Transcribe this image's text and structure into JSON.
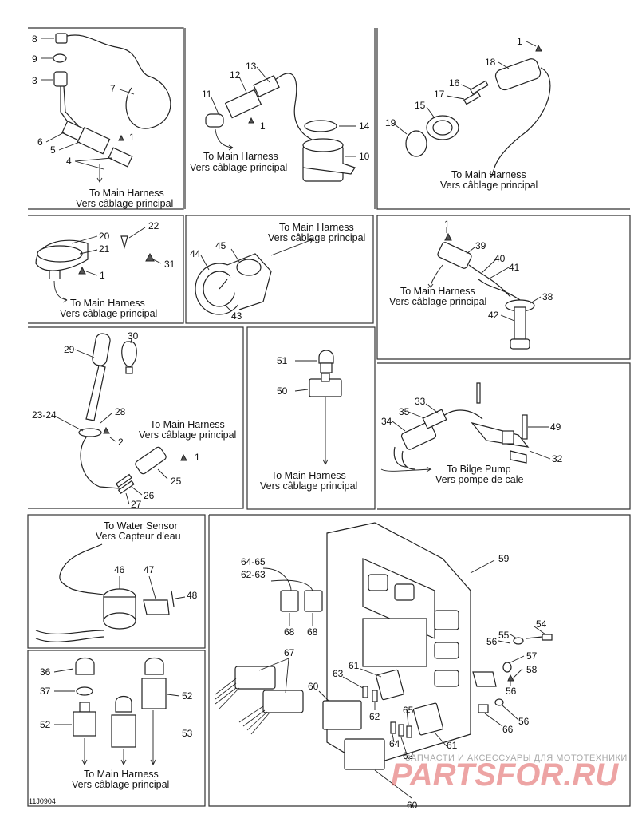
{
  "captions": {
    "main_en": "To Main Harness",
    "main_fr": "Vers câblage principal",
    "bilge_en": "To Bilge Pump",
    "bilge_fr": "Vers pompe de cale",
    "water_en": "To Water Sensor",
    "water_fr": "Vers Capteur d'eau"
  },
  "labels": {
    "p1": "1",
    "p2": "2",
    "p3": "3",
    "p4": "4",
    "p5": "5",
    "p6": "6",
    "p7": "7",
    "p8": "8",
    "p9": "9",
    "p10": "10",
    "p11": "11",
    "p12": "12",
    "p13": "13",
    "p14": "14",
    "p15": "15",
    "p16": "16",
    "p17": "17",
    "p18": "18",
    "p19": "19",
    "p20": "20",
    "p21": "21",
    "p22": "22",
    "p23_24": "23-24",
    "p25": "25",
    "p26": "26",
    "p27": "27",
    "p28": "28",
    "p29": "29",
    "p30": "30",
    "p31": "31",
    "p32": "32",
    "p33": "33",
    "p34": "34",
    "p35": "35",
    "p36": "36",
    "p37": "37",
    "p38": "38",
    "p39": "39",
    "p40": "40",
    "p41": "41",
    "p42": "42",
    "p43": "43",
    "p44": "44",
    "p45": "45",
    "p46": "46",
    "p47": "47",
    "p48": "48",
    "p49": "49",
    "p50": "50",
    "p51": "51",
    "p52": "52",
    "p53": "53",
    "p54": "54",
    "p55": "55",
    "p56": "56",
    "p57": "57",
    "p58": "58",
    "p59": "59",
    "p60": "60",
    "p61": "61",
    "p62": "62",
    "p63": "63",
    "p64_65": "64-65",
    "p62_63": "62-63",
    "p65": "65",
    "p66": "66",
    "p67": "67",
    "p68": "68",
    "p64": "64"
  },
  "figure_code": "11J0904",
  "watermark": {
    "line1": "ЗАПЧАСТИ И АКСЕССУАРЫ ДЛЯ МОТОТЕХНИКИ",
    "line2": "PARTSFOR.RU"
  }
}
